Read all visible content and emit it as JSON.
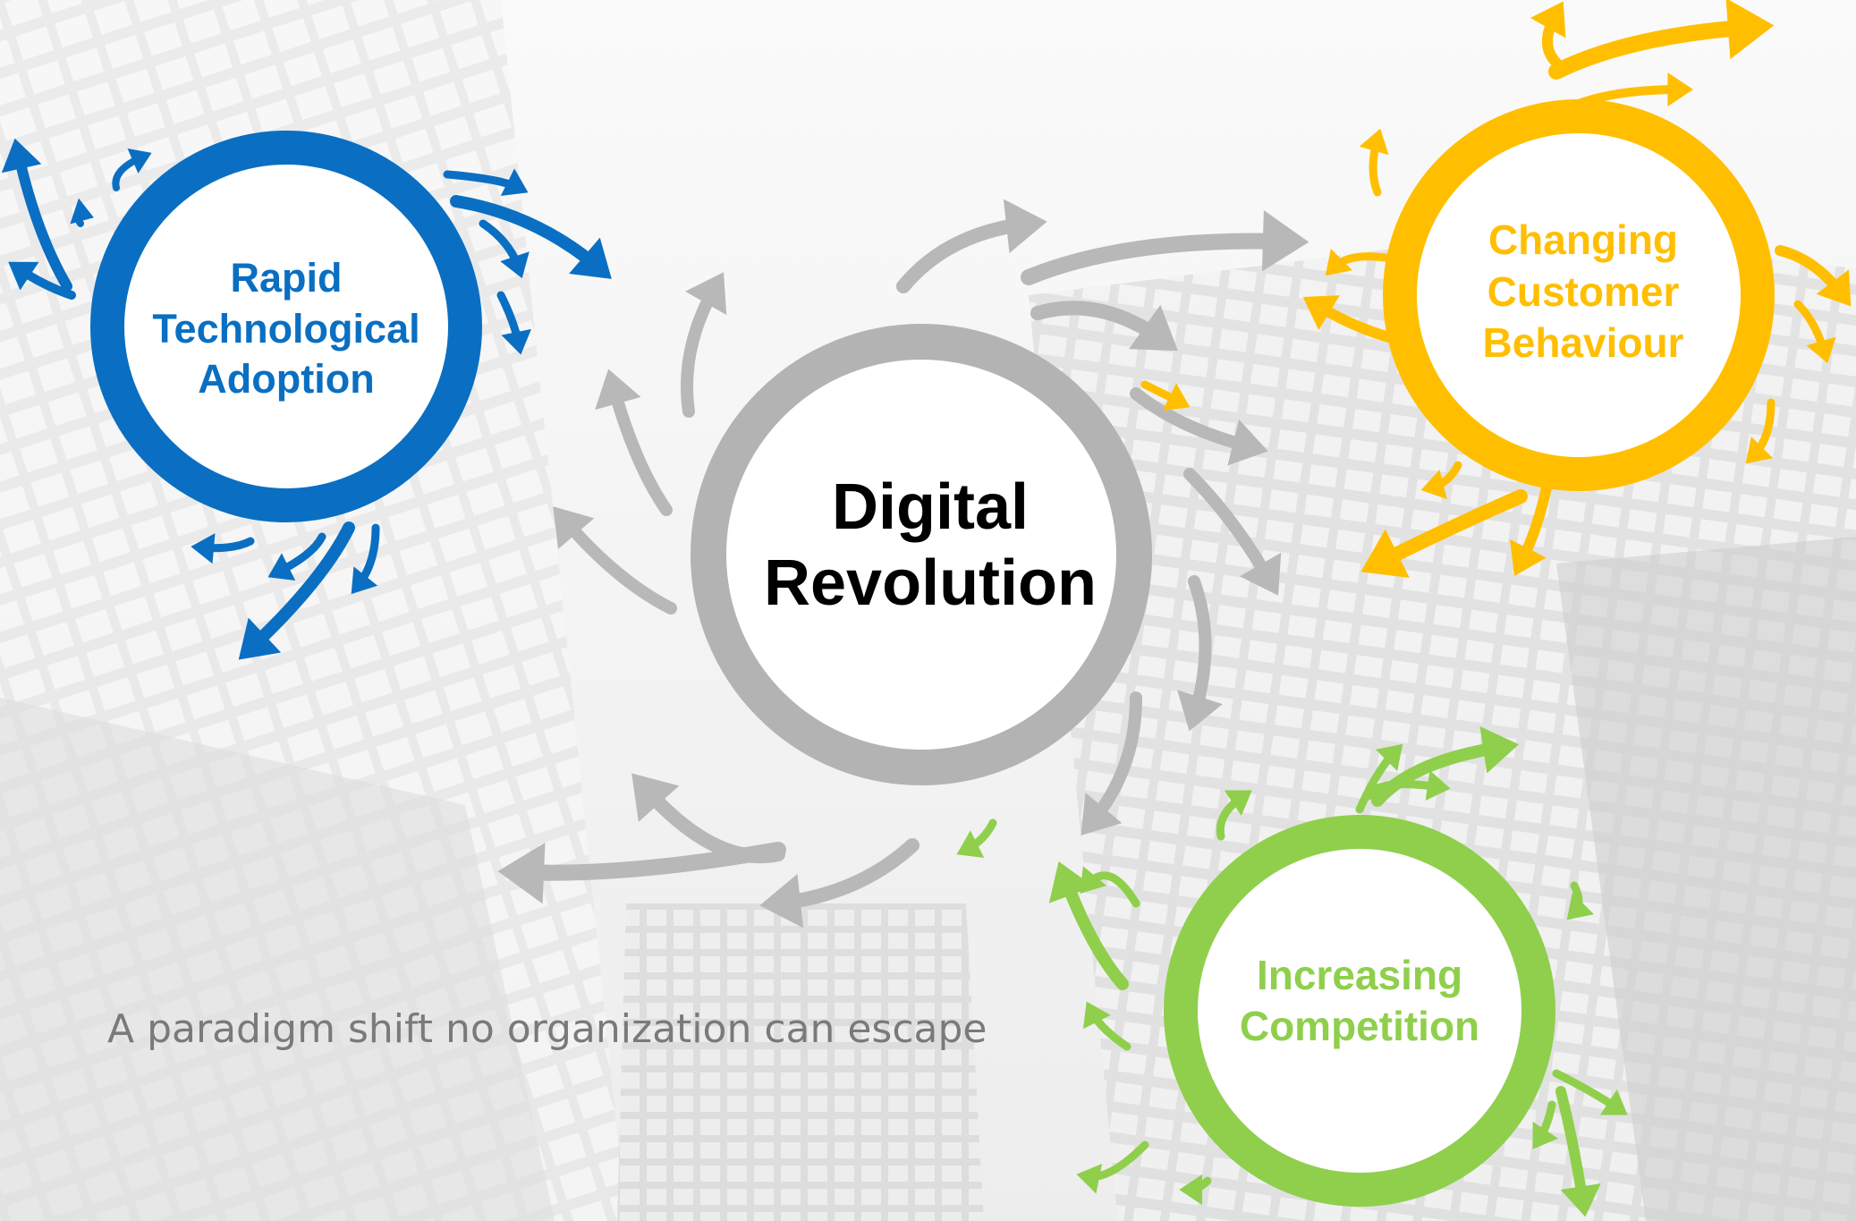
{
  "diagram": {
    "center": {
      "lines": [
        "Digital",
        "Revolution"
      ],
      "color": "#b3b3b3",
      "text_color": "#000000"
    },
    "nodes": [
      {
        "id": "rapid",
        "lines": [
          "Rapid",
          "Technological",
          "Adoption"
        ],
        "color": "#0a6fc2"
      },
      {
        "id": "changing",
        "lines": [
          "Changing",
          "Customer",
          "Behaviour"
        ],
        "color": "#ffbf00"
      },
      {
        "id": "increasing",
        "lines": [
          "Increasing",
          "Competition"
        ],
        "color": "#8fcf4c"
      }
    ],
    "tagline": "A paradigm shift no organization can escape",
    "arrow_color": "#b8b8b8"
  }
}
